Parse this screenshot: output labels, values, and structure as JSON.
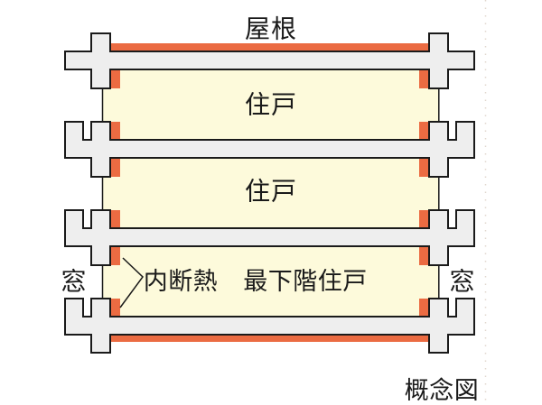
{
  "diagram": {
    "caption": "概念図",
    "labels": {
      "roof": "屋根",
      "unit_top": "住戸",
      "unit_middle": "住戸",
      "insulation": "内断熱",
      "unit_ground": "最下階住戸",
      "window_left": "窓",
      "window_right": "窓"
    },
    "colors": {
      "insulation": "#EB6B42",
      "room": "#FDFADB",
      "concrete": "#EEEEEE",
      "outline": "#1A1A1A",
      "guide": "#D9CEC2"
    }
  }
}
